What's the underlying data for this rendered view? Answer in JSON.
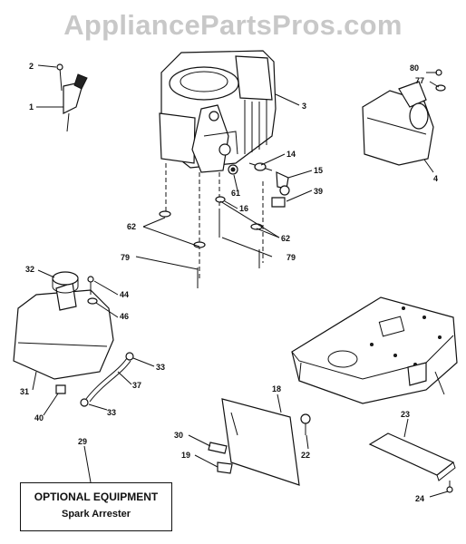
{
  "watermark": "AppliancePartsPros.com",
  "optional_box": {
    "title": "OPTIONAL EQUIPMENT",
    "subtitle": "Spark Arrester"
  },
  "callouts": {
    "c2": "2",
    "c1": "1",
    "c3": "3",
    "c14": "14",
    "c15": "15",
    "c39": "39",
    "c16": "16",
    "c61": "61",
    "c62a": "62",
    "c62b": "62",
    "c79a": "79",
    "c79b": "79",
    "c80": "80",
    "c77": "77",
    "c4": "4",
    "c32": "32",
    "c44": "44",
    "c46": "46",
    "c31": "31",
    "c40": "40",
    "c33a": "33",
    "c37": "37",
    "c33b": "33",
    "c18": "18",
    "c30": "30",
    "c19": "19",
    "c22": "22",
    "c23": "23",
    "c24": "24",
    "c29": "29"
  }
}
